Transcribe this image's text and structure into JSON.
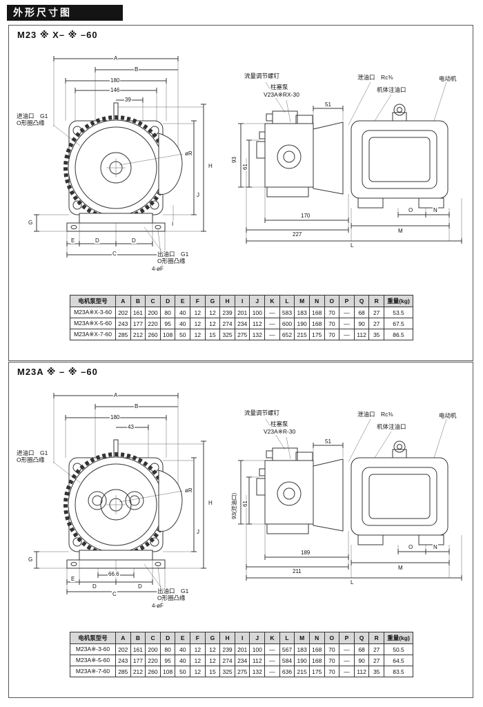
{
  "page": {
    "title": "外形尺寸图"
  },
  "sections": [
    {
      "heading": "M23 ※ X– ※ –60",
      "front": {
        "dim_a": "A",
        "dim_b": "B",
        "dim_w1": "180",
        "dim_w2": "146",
        "dim_w3": "39",
        "dim_h": "H",
        "dim_j": "J",
        "dim_r": "øR",
        "dim_g": "G",
        "dim_i": "I",
        "dim_e": "E",
        "dim_d1": "D",
        "dim_d2": "D",
        "dim_c": "C",
        "holes": "4-øF",
        "inlet1": "进油口　G1",
        "inlet2": "O形圈凸缘",
        "outlet1": "出油口　G1",
        "outlet2": "O形圈凸缘"
      },
      "side": {
        "flow_screw": "流量调节螺钉",
        "pump_name": "柱塞泵",
        "pump_model": "V23A※RX-30",
        "drain": "泄油口　Rc⅜",
        "fill": "机体注油口",
        "motor": "电动机",
        "dim_51": "51",
        "dim_93": "93",
        "dim_61": "61",
        "dim_len1": "170",
        "dim_len2": "227",
        "dim_m": "M",
        "dim_n": "N",
        "dim_o": "O",
        "dim_l": "L"
      },
      "table": {
        "headers": [
          "电机泵型号",
          "A",
          "B",
          "C",
          "D",
          "E",
          "F",
          "G",
          "H",
          "I",
          "J",
          "K",
          "L",
          "M",
          "N",
          "O",
          "P",
          "Q",
          "R",
          "重量(kg)"
        ],
        "rows": [
          [
            "M23A※X-3-60",
            "202",
            "161",
            "200",
            "80",
            "40",
            "12",
            "12",
            "239",
            "201",
            "100",
            "—",
            "583",
            "183",
            "168",
            "70",
            "—",
            "68",
            "27",
            "53.5"
          ],
          [
            "M23A※X-5-60",
            "243",
            "177",
            "220",
            "95",
            "40",
            "12",
            "12",
            "274",
            "234",
            "112",
            "—",
            "600",
            "190",
            "168",
            "70",
            "—",
            "90",
            "27",
            "67.5"
          ],
          [
            "M23A※X-7-60",
            "285",
            "212",
            "260",
            "108",
            "50",
            "12",
            "15",
            "325",
            "275",
            "132",
            "—",
            "652",
            "215",
            "175",
            "70",
            "—",
            "112",
            "35",
            "86.5"
          ]
        ]
      }
    },
    {
      "heading": "M23A ※ – ※ –60",
      "front": {
        "dim_a": "A",
        "dim_b": "B",
        "dim_w1": "180",
        "dim_w2": "43",
        "dim_h": "H",
        "dim_j": "J",
        "dim_r": "øR",
        "dim_g": "G",
        "dim_e": "E",
        "dim_d1": "D",
        "dim_d2": "D",
        "dim_c": "C",
        "dim_base": "66.6",
        "holes": "4-øF",
        "inlet1": "进油口　G1",
        "inlet2": "O形圈凸缘",
        "outlet1": "出油口　G1",
        "outlet2": "O形圈凸缘"
      },
      "side": {
        "flow_screw": "流量调节螺钉",
        "pump_name": "柱塞泵",
        "pump_model": "V23A※R-30",
        "drain": "泄油口　Rc⅜",
        "fill": "机体注油口",
        "motor": "电动机",
        "dim_51": "51",
        "dim_93": "93(泄油口)",
        "dim_61": "61",
        "dim_len1": "189",
        "dim_len2": "211",
        "dim_m": "M",
        "dim_n": "N",
        "dim_o": "O",
        "dim_l": "L"
      },
      "table": {
        "headers": [
          "电机泵型号",
          "A",
          "B",
          "C",
          "D",
          "E",
          "F",
          "G",
          "H",
          "I",
          "J",
          "K",
          "L",
          "M",
          "N",
          "O",
          "P",
          "Q",
          "R",
          "重量(kg)"
        ],
        "rows": [
          [
            "M23A※-3-60",
            "202",
            "161",
            "200",
            "80",
            "40",
            "12",
            "12",
            "239",
            "201",
            "100",
            "—",
            "567",
            "183",
            "168",
            "70",
            "—",
            "68",
            "27",
            "50.5"
          ],
          [
            "M23A※-5-60",
            "243",
            "177",
            "220",
            "95",
            "40",
            "12",
            "12",
            "274",
            "234",
            "112",
            "—",
            "584",
            "190",
            "168",
            "70",
            "—",
            "90",
            "27",
            "64.5"
          ],
          [
            "M23A※-7-60",
            "285",
            "212",
            "260",
            "108",
            "50",
            "12",
            "15",
            "325",
            "275",
            "132",
            "—",
            "636",
            "215",
            "175",
            "70",
            "—",
            "112",
            "35",
            "83.5"
          ]
        ]
      }
    }
  ]
}
